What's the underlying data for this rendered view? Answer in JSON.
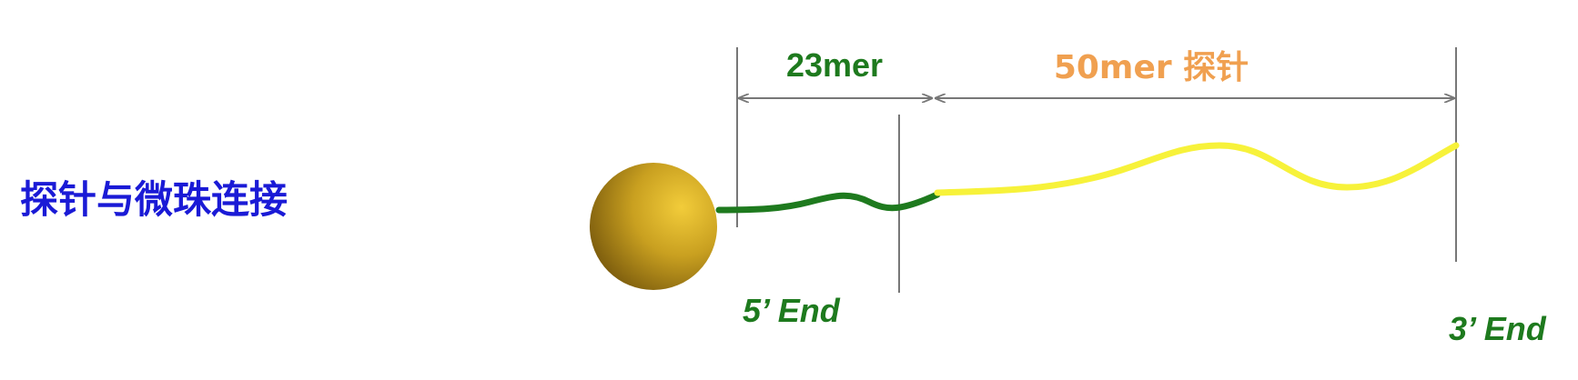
{
  "title": "探针与微珠连接",
  "labels": {
    "linker": "23mer",
    "probe": "50mer 探针",
    "five_end": "5’ End",
    "three_end": "3’ End"
  },
  "colors": {
    "title": "#1a1ad6",
    "linker": "#1e7a1e",
    "probe_label": "#f0a050",
    "probe_strand": "#f7f23a",
    "end_labels": "#1e7a1e",
    "dimension_lines": "#777777",
    "bead_light": "#f0c832",
    "bead_dark": "#7a5a0a"
  }
}
